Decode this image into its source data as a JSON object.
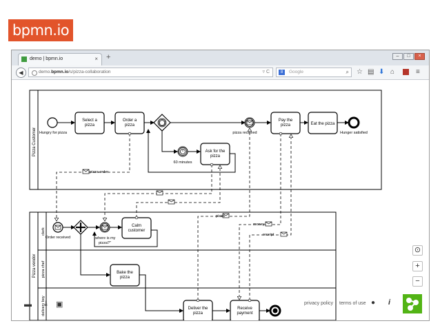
{
  "badge": "bpmn.io",
  "browser": {
    "tab_title": "demo | bpmn.io",
    "tab_close": "×",
    "new_tab": "+",
    "url_prefix": "demo.",
    "url_host": "bpmn.io",
    "url_path": "/s/pizza-collaboration",
    "url_tools": "▿ C",
    "search_placeholder": "Google",
    "search_engine_letter": "8"
  },
  "diagram": {
    "pool_customer": "Pizza Customer",
    "pool_vendor": "Pizza vendor",
    "lane_clerk": "clerk",
    "lane_chef": "pizza chef",
    "lane_delivery": "delivery boy",
    "customer": {
      "start": "Hungry for pizza",
      "select": [
        "Select a",
        "pizza"
      ],
      "order": [
        "Order a",
        "pizza"
      ],
      "received": "pizza received",
      "pay": [
        "Pay the",
        "pizza"
      ],
      "eat": "Eat the pizza",
      "end": "Hunger satisfied",
      "timer": "60 minutes",
      "ask": [
        "Ask for the",
        "pizza"
      ]
    },
    "vendor": {
      "order_received": "Order received",
      "where": [
        ",where is my",
        "pizza?\""
      ],
      "calm": [
        "Calm",
        "customer"
      ],
      "bake": [
        "Bake the",
        "pizza"
      ],
      "deliver": [
        "Deliver the",
        "pizza"
      ],
      "receive": [
        "Receive",
        "payment"
      ]
    },
    "messages": {
      "pizza_order": "pizza order",
      "pizza": "pizza",
      "money": "money",
      "receipt": "receipt"
    }
  },
  "footer": {
    "privacy": "privacy policy",
    "terms": "terms of use"
  }
}
